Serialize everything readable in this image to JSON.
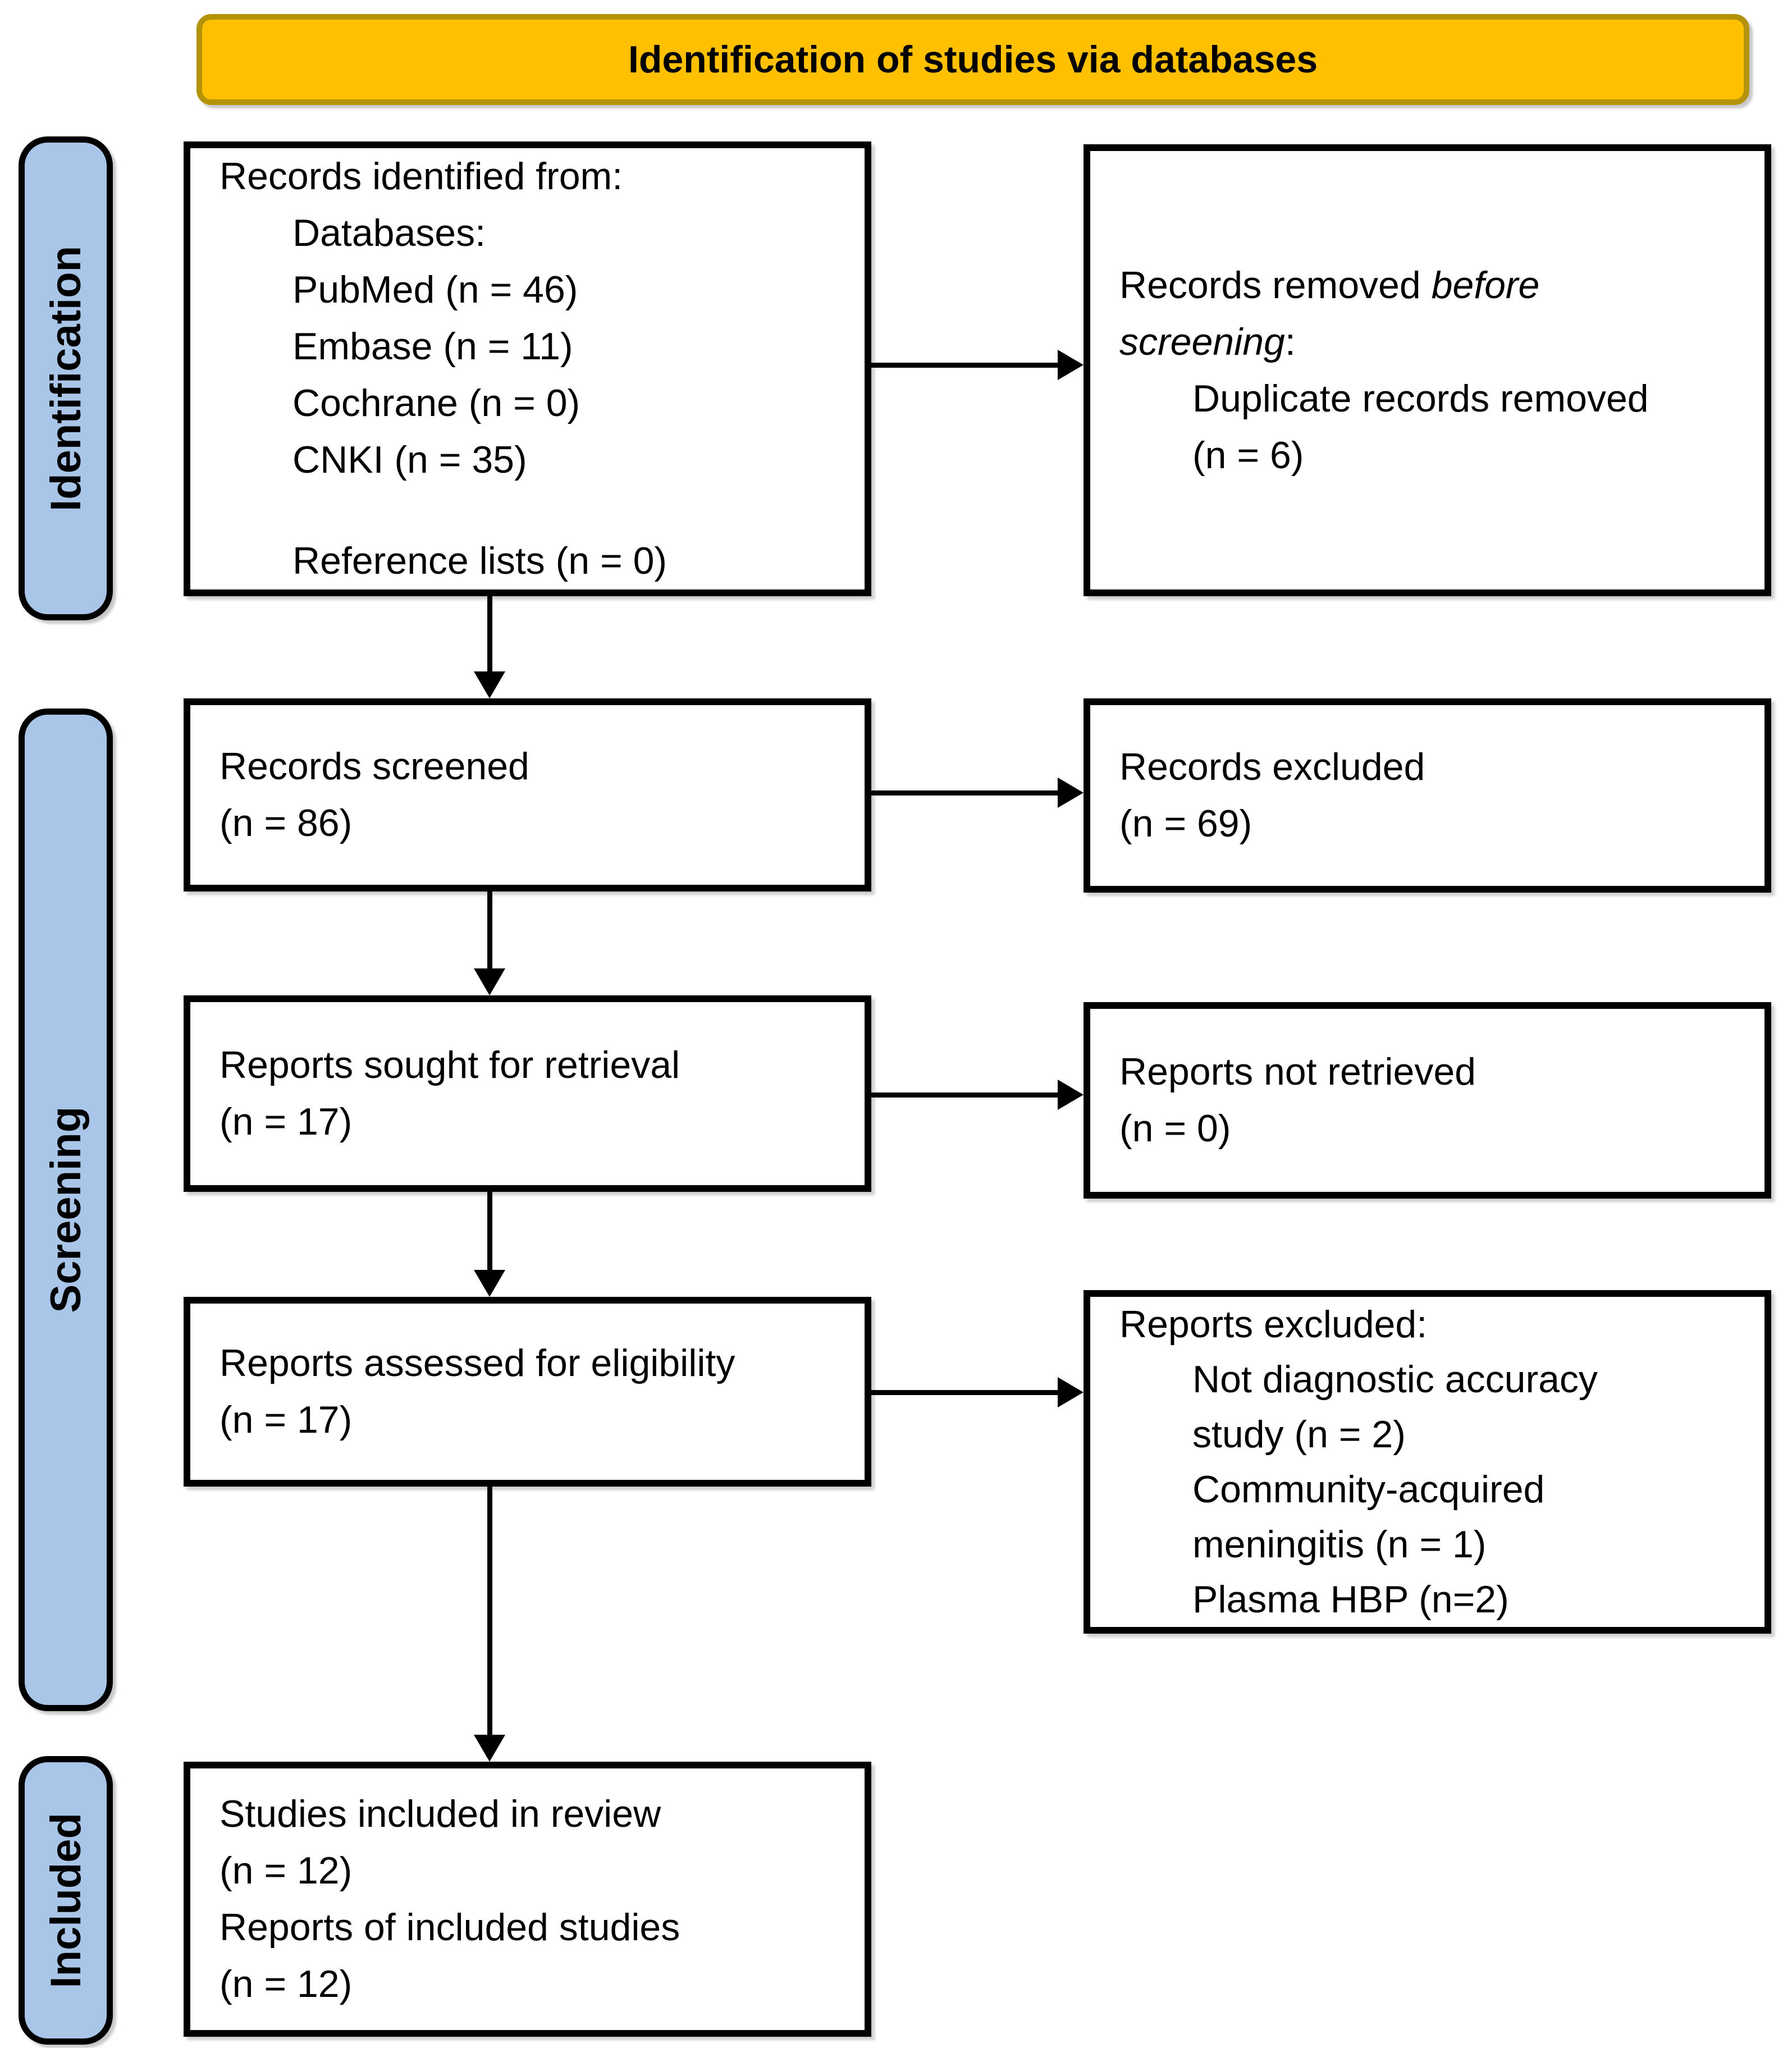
{
  "banner": {
    "label": "Identification of studies via databases",
    "fill_color": "#FFC000",
    "border_color": "#B3930A"
  },
  "side_labels": {
    "identification": "Identification",
    "screening": "Screening",
    "included": "Included",
    "fill_color": "#A9C5E8",
    "border_color": "#000000"
  },
  "boxes": {
    "identified": {
      "title": "Records identified from:",
      "items": [
        "Databases:",
        "PubMed (n = 46)",
        "Embase (n = 11)",
        "Cochrane (n = 0)",
        "CNKI (n = 35)"
      ],
      "footer_item": "Reference lists (n = 0)"
    },
    "removed": {
      "title_normal": "Records removed ",
      "title_italic_line1": "before",
      "title_italic_line2": "screening",
      "title_colon": ":",
      "items": [
        "Duplicate records removed",
        "(n = 6)"
      ]
    },
    "screened": {
      "lines": [
        "Records screened",
        "(n = 86)"
      ]
    },
    "records_excluded": {
      "lines": [
        "Records excluded",
        "(n = 69)"
      ]
    },
    "sought": {
      "lines": [
        "Reports sought for retrieval",
        "(n = 17)"
      ]
    },
    "not_retrieved": {
      "lines": [
        "Reports not retrieved",
        "(n = 0)"
      ]
    },
    "assessed": {
      "lines": [
        "Reports assessed for eligibility",
        "(n = 17)"
      ]
    },
    "reports_excluded": {
      "title": "Reports excluded:",
      "items": [
        "Not diagnostic accuracy",
        "study (n = 2)",
        "Community-acquired",
        "meningitis (n = 1)",
        "Plasma HBP (n=2)"
      ]
    },
    "included": {
      "lines": [
        "Studies included in review",
        "(n = 12)",
        "Reports of included studies",
        "(n = 12)"
      ]
    }
  }
}
